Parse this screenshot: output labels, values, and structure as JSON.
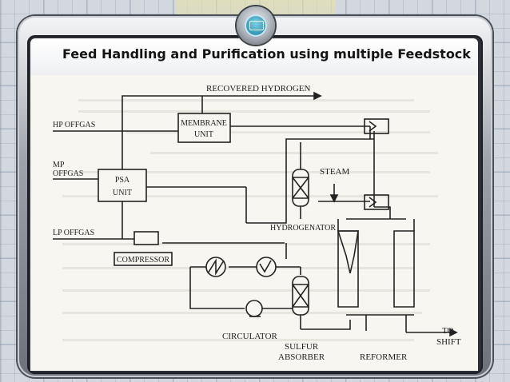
{
  "slide": {
    "title": "Feed Handling and Purification using multiple Feedstock"
  },
  "diagram": {
    "labels": {
      "recovered_hydrogen": "RECOVERED HYDROGEN",
      "hp_offgas": "HP OFFGAS",
      "mp_offgas_1": "MP",
      "mp_offgas_2": "OFFGAS",
      "lp_offgas": "LP OFFGAS",
      "membrane_1": "MEMBRANE",
      "membrane_2": "UNIT",
      "psa_1": "PSA",
      "psa_2": "UNIT",
      "compressor": "COMPRESSOR",
      "steam": "STEAM",
      "hydrogenator": "HYDROGENATOR",
      "circulator": "CIRCULATOR",
      "sulfur_1": "SULFUR",
      "sulfur_2": "ABSORBER",
      "reformer": "REFORMER",
      "to_shift_1": "TO",
      "to_shift_2": "SHIFT"
    }
  },
  "colors": {
    "frame": "#9ea3aa",
    "knob": "#2f8fb0",
    "line": "#222222",
    "paper": "#f7f6f1"
  }
}
